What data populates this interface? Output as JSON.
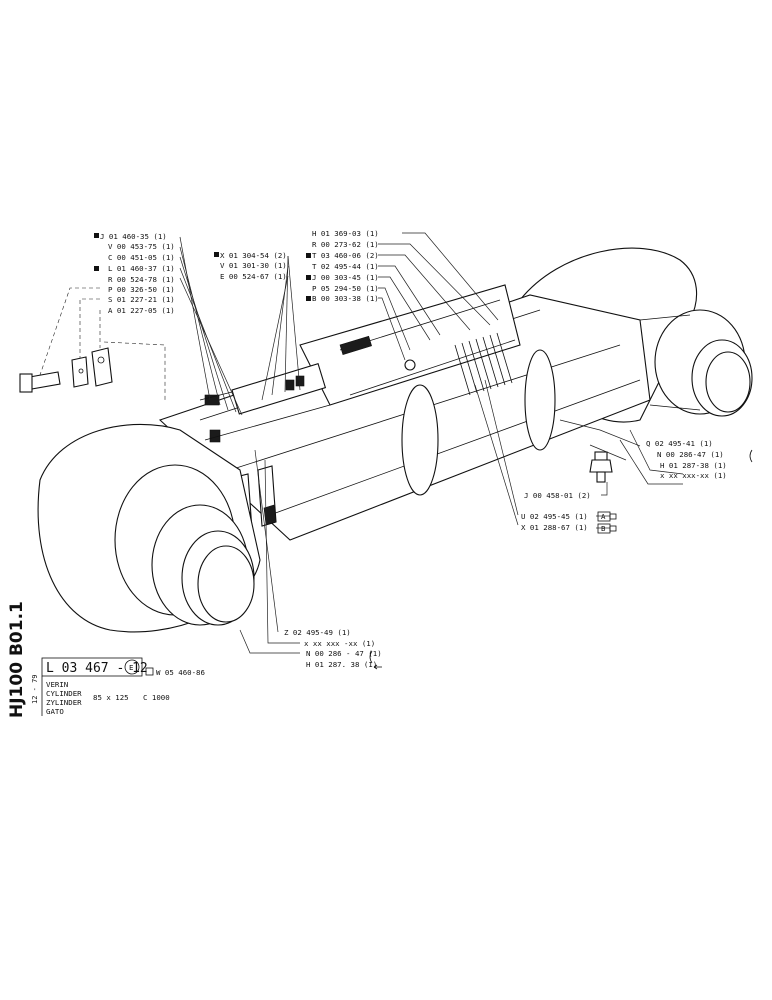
{
  "colors": {
    "ink": "#111111",
    "paper": "#ffffff"
  },
  "sheet": {
    "id": "HJ100 B01.1",
    "date": "12 - 79",
    "drawing_no": "L 03 467 - 12",
    "edition": "E",
    "ref": "W 05 460-86",
    "titles": [
      "VERIN",
      "CYLINDER",
      "ZYLINDER",
      "GATO"
    ],
    "size": "85 x 125",
    "stroke": "C 1000"
  },
  "labels": {
    "l1": "J 01 460-35 (1)",
    "l2": "V 00 453-75 (1)",
    "l3": "C 00 451-05 (1)",
    "l4": "L 01 460-37 (1)",
    "l5": "R 00 524-78 (1)",
    "l6": "P 00 326-50 (1)",
    "l7": "S 01 227-21 (1)",
    "l8": "A 01 227-05 (1)",
    "l9": "X 01 304-54 (2)",
    "l10": "V 01 301-30 (1)",
    "l11": "E 00 524-67 (1)",
    "l12": "H 01 369-03 (1)",
    "l13": "R 00 273-62 (1)",
    "l14": "T 03 460-06 (2)",
    "l15": "T 02 495-44 (1)",
    "l16": "J 00 303-45 (1)",
    "l17": "P 05 294-50 (1)",
    "l18": "B 00 303-38 (1)",
    "l19": "Q 02 495-41 (1)",
    "l20": "N 00 286-47 (1)",
    "l21": "H 01 287-38 (1)",
    "l22": "x xx xxx-xx (1)",
    "l23": "J 00 458-01 (2)",
    "l24": "U 02 495-45 (1)",
    "l25": "X 01 288-67 (1)",
    "l26": "Z 02 495-49 (1)",
    "l27": "x xx xxx -xx (1)",
    "l28": "N 00 286 - 47 (1)",
    "l29": "H 01 287. 38 (1)",
    "box_a": "A",
    "box_b": "B"
  }
}
